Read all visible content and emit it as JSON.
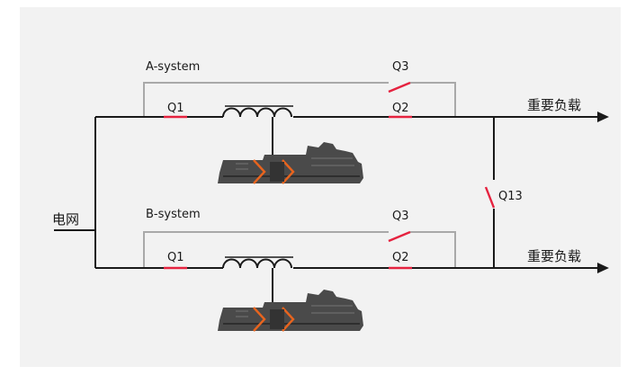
{
  "colors": {
    "background": "#f2f2f2",
    "page": "#ffffff",
    "wire": "#1a1a1a",
    "bypass_wire": "#a9a9a9",
    "breaker": "#e5223f",
    "generator_body": "#4a4a4a",
    "generator_accent": "#e8641e"
  },
  "source": {
    "label": "电网"
  },
  "systems": [
    {
      "name": "A-system",
      "q1_label": "Q1",
      "q2_label": "Q2",
      "q3_label": "Q3",
      "load_label": "重要负载"
    },
    {
      "name": "B-system",
      "q1_label": "Q1",
      "q2_label": "Q2",
      "q3_label": "Q3",
      "load_label": "重要负载"
    }
  ],
  "tie": {
    "label": "Q13"
  },
  "icons": [
    "transformer-icon",
    "generator-icon",
    "arrow-icon"
  ]
}
